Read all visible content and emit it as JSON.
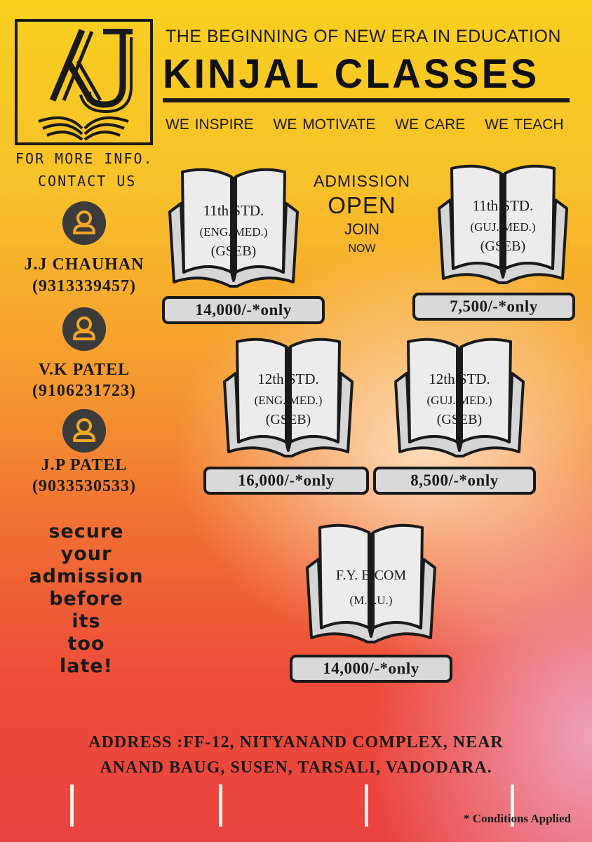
{
  "header": {
    "tagline": "THE BEGINNING OF NEW ERA IN EDUCATION",
    "brand": "KINJAL CLASSES",
    "values": [
      "WE INSPIRE",
      "WE MOTIVATE",
      "WE CARE",
      "WE TEACH"
    ]
  },
  "logo": {
    "icon": "kj-book-logo-icon"
  },
  "contact": {
    "heading_1": "FOR MORE INFO.",
    "heading_2": "CONTACT US",
    "people": [
      {
        "name": "J.J CHAUHAN",
        "phone": "(9313339457)"
      },
      {
        "name": "V.K PATEL",
        "phone": "(9106231723)"
      },
      {
        "name": "J.P PATEL",
        "phone": "(9033530533)"
      }
    ]
  },
  "admission": {
    "line1": "ADMISSION",
    "line2": "OPEN",
    "line3": "JOIN",
    "line4": "NOW"
  },
  "courses": [
    {
      "std": "11th STD.",
      "medium": "(ENG. MED.)",
      "board": "(GSEB)",
      "price": "14,000/-*only"
    },
    {
      "std": "11th STD.",
      "medium": "(GUJ. MED.)",
      "board": "(GSEB)",
      "price": "7,500/-*only"
    },
    {
      "std": "12th STD.",
      "medium": "(ENG. MED.)",
      "board": "(GSEB)",
      "price": "16,000/-*only"
    },
    {
      "std": "12th STD.",
      "medium": "(GUJ. MED.)",
      "board": "(GSEB)",
      "price": "8,500/-*only"
    },
    {
      "std": "F.Y. B.COM",
      "medium": "(M.S.U.)",
      "board": "",
      "price": "14,000/-*only"
    }
  ],
  "secure_message": [
    "secure",
    "your",
    "admission",
    "before",
    "its",
    "too",
    "late!"
  ],
  "address": {
    "line1": "ADDRESS :FF-12, NITYANAND COMPLEX, NEAR",
    "line2": "ANAND BAUG, SUSEN, TARSALI, VADODARA."
  },
  "footer": {
    "conditions": "* Conditions Applied"
  },
  "colors": {
    "ink": "#1a1a1a",
    "avatar": "#3b3b3b",
    "price_fill": "#d9d9d9",
    "book_page": "#ececec"
  }
}
